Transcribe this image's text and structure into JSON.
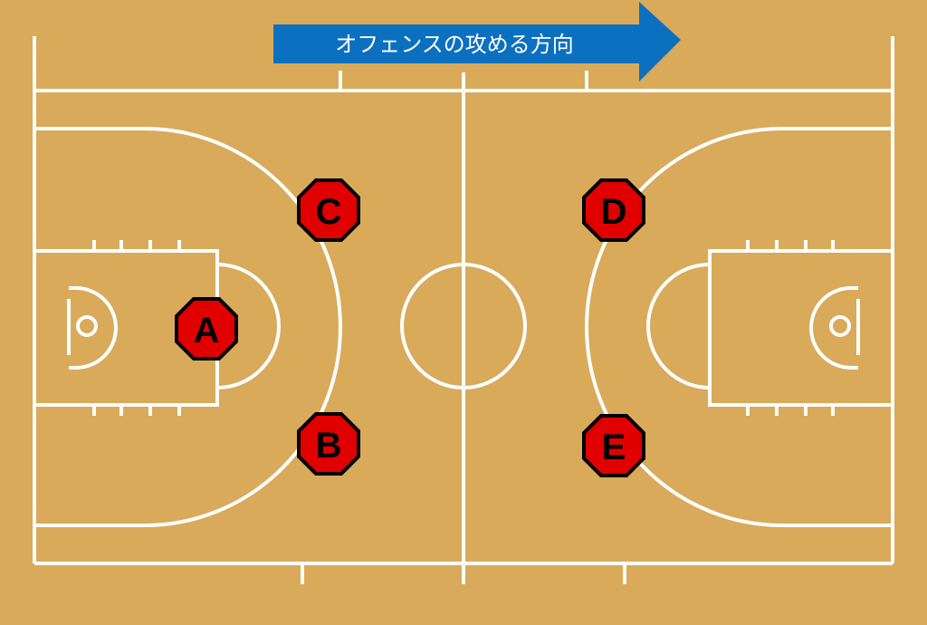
{
  "banner": {
    "direction_label": "オフェンスの攻める方向",
    "color": "#0c70c1"
  },
  "court": {
    "floor_color": "#d9aa5a",
    "line_color": "#ffffff"
  },
  "players": [
    {
      "label": "A"
    },
    {
      "label": "B"
    },
    {
      "label": "C"
    },
    {
      "label": "D"
    },
    {
      "label": "E"
    }
  ],
  "marker_color": "#e00000"
}
